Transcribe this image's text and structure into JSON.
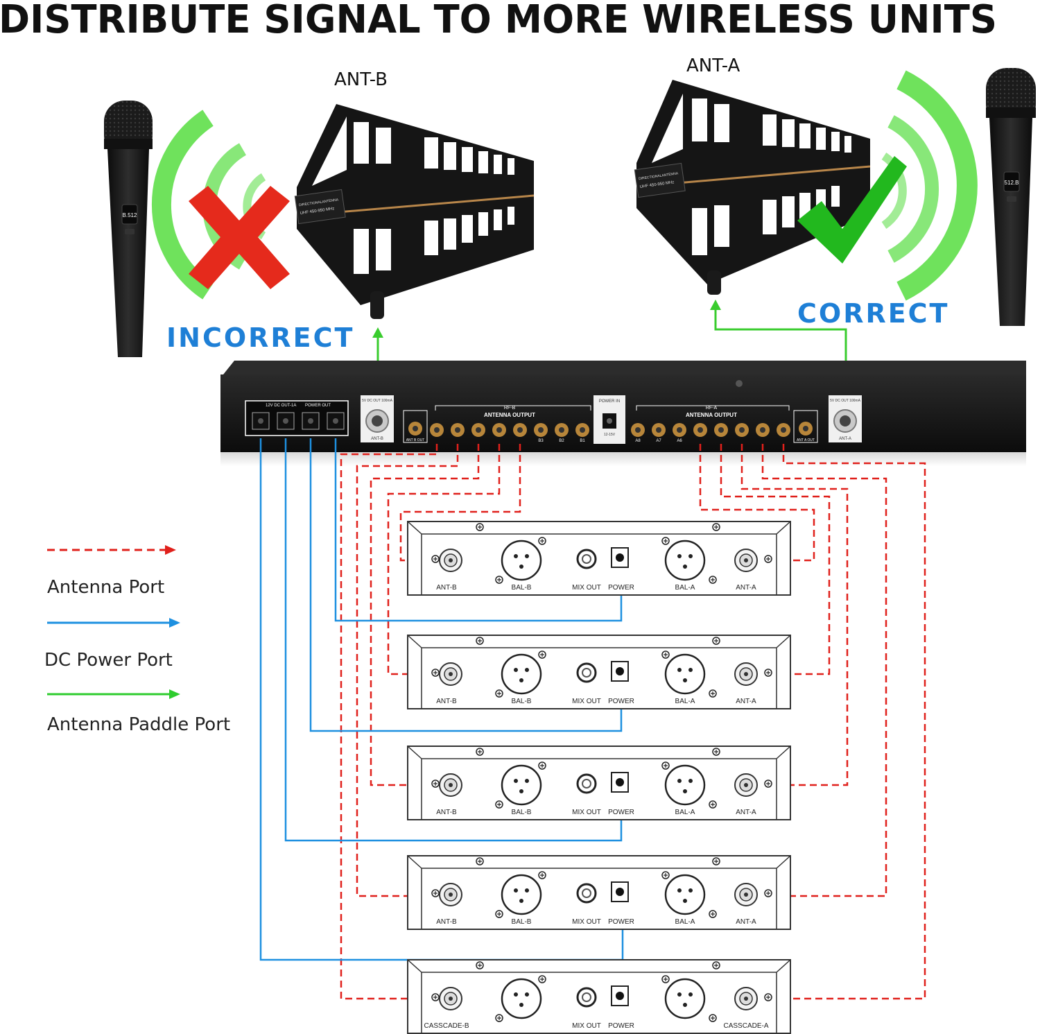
{
  "title": "DISTRIBUTE SIGNAL TO MORE WIRELESS UNITS",
  "antennas": {
    "left": {
      "label": "ANT-B",
      "status": "INCORRECT",
      "plate_line1": "DIRECTIONALANTENNA",
      "plate_line2": "UHF 450-950 MHz"
    },
    "right": {
      "label": "ANT-A",
      "status": "CORRECT",
      "plate_line1": "DIRECTIONALANTENNA",
      "plate_line2": "UHF 450-950 MHz"
    }
  },
  "mic_display": {
    "left": "B.512",
    "right": "512.B"
  },
  "legend": {
    "items": [
      {
        "label": "Antenna Port",
        "color": "#e0201b",
        "style": "dashed"
      },
      {
        "label": "DC Power Port",
        "color": "#1e90e0",
        "style": "solid"
      },
      {
        "label": "Antenna Paddle Port",
        "color": "#2ecc2e",
        "style": "solid"
      }
    ]
  },
  "distributor": {
    "dc_out_label": "12V DC OUT-1A",
    "power_out_label": "POWER OUT",
    "bias_label_b": "5V DC OUT 100mA",
    "bias_label_a": "5V DC OUT 100mA",
    "ant_b": "ANT-B",
    "ant_a": "ANT-A",
    "ant_b_out": "ANT B OUT",
    "ant_a_out": "ANT A OUT",
    "rf_b": "RF-B",
    "rf_a": "RF-A",
    "antenna_output": "ANTENNA OUTPUT",
    "power_in": "POWER IN",
    "power_in_spec": "12-15V",
    "b_ports": [
      "B3",
      "B2",
      "B1"
    ],
    "a_ports": [
      "A8",
      "A7",
      "A6"
    ]
  },
  "receivers": [
    {
      "left_port": "ANT-B",
      "bal_b": "BAL-B",
      "mix": "MIX OUT",
      "power": "POWER",
      "bal_a": "BAL-A",
      "right_port": "ANT-A"
    },
    {
      "left_port": "ANT-B",
      "bal_b": "BAL-B",
      "mix": "MIX OUT",
      "power": "POWER",
      "bal_a": "BAL-A",
      "right_port": "ANT-A"
    },
    {
      "left_port": "ANT-B",
      "bal_b": "BAL-B",
      "mix": "MIX OUT",
      "power": "POWER",
      "bal_a": "BAL-A",
      "right_port": "ANT-A"
    },
    {
      "left_port": "ANT-B",
      "bal_b": "BAL-B",
      "mix": "MIX OUT",
      "power": "POWER",
      "bal_a": "BAL-A",
      "right_port": "ANT-A"
    },
    {
      "left_port": "CASSCADE-B",
      "bal_b": "",
      "mix": "MIX OUT",
      "power": "POWER",
      "bal_a": "",
      "right_port": "CASSCADE-A"
    }
  ]
}
